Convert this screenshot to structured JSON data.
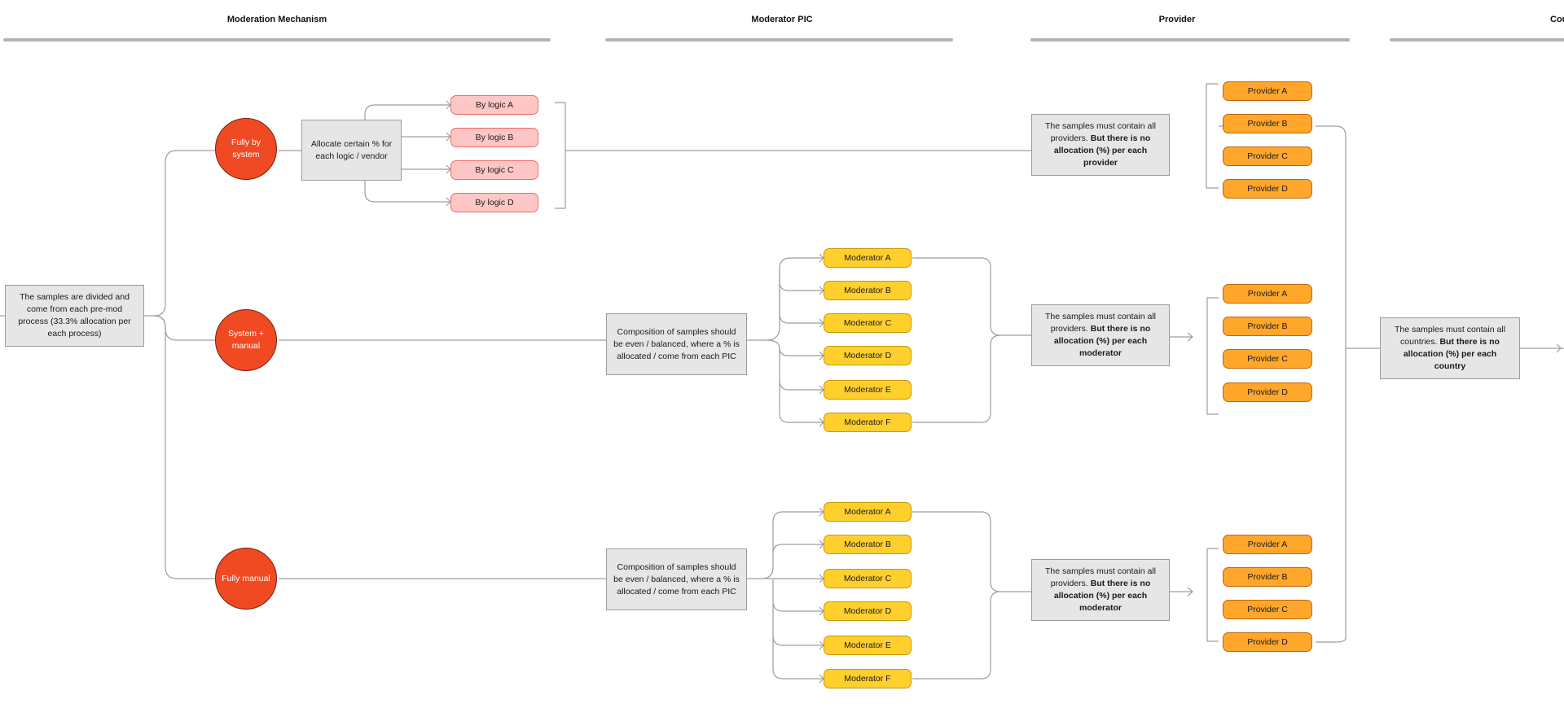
{
  "headers": [
    "Moderation Mechanism",
    "Moderator PIC",
    "Provider",
    "Cou"
  ],
  "start_box": "The samples are divided and come from each pre-mod process (33.3% allocation per each process)",
  "mechanisms": [
    "Fully by system",
    "System + manual",
    "Fully manual"
  ],
  "allocate_box": "Allocate certain % for each logic / vendor",
  "logics": [
    "By logic A",
    "By logic B",
    "By logic C",
    "By logic D"
  ],
  "composition_box": "Composition of samples should be even / balanced, where a % is allocated / come from each PIC",
  "moderators": [
    "Moderator A",
    "Moderator B",
    "Moderator C",
    "Moderator D",
    "Moderator E",
    "Moderator F"
  ],
  "providers": [
    "Provider A",
    "Provider B",
    "Provider C",
    "Provider D"
  ],
  "provider_box": {
    "plain": "The samples must contain all providers.",
    "bold": "But there is no allocation (%) per each provider"
  },
  "moderator_box": {
    "plain": "The samples must contain all providers.",
    "bold": "But there is no allocation (%) per each moderator"
  },
  "country_box": {
    "plain": "The samples must contain all countries.",
    "bold": "But there is no allocation (%) per each country"
  },
  "colors": {
    "mechanism": "#f04a23",
    "logic_fill": "#ffc6c6",
    "moderator_fill": "#ffcf2e",
    "provider_fill": "#ffa62b",
    "box_fill": "#e6e6e6",
    "connector": "#9e9e9e"
  }
}
